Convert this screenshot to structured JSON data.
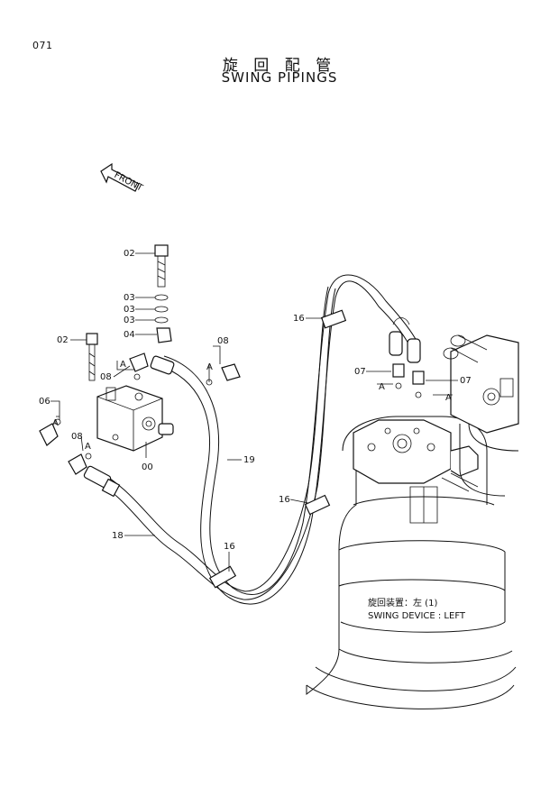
{
  "page_number": "071",
  "title_jp": "旋 回 配 管",
  "title_en": "SWING PIPINGS",
  "front_label": "FRONT",
  "device_label_jp": "旋回装置：左 (1)",
  "device_label_en": "SWING DEVICE : LEFT",
  "part_labels": {
    "p02_top": "02",
    "p03_a": "03",
    "p03_b": "03",
    "p03_c": "03",
    "p04": "04",
    "p02_left": "02",
    "p08_right": "08",
    "p08_mid": "08",
    "p06": "06",
    "p08_lower": "08",
    "p00": "00",
    "p19": "19",
    "p18": "18",
    "p16_a": "16",
    "p16_b": "16",
    "p16_c": "16",
    "p07_left": "07",
    "p07_right": "07"
  },
  "detail_labels": {
    "a1": "A",
    "a2": "A",
    "a3": "A",
    "a4": "A",
    "a5": "A",
    "a6": "A"
  }
}
